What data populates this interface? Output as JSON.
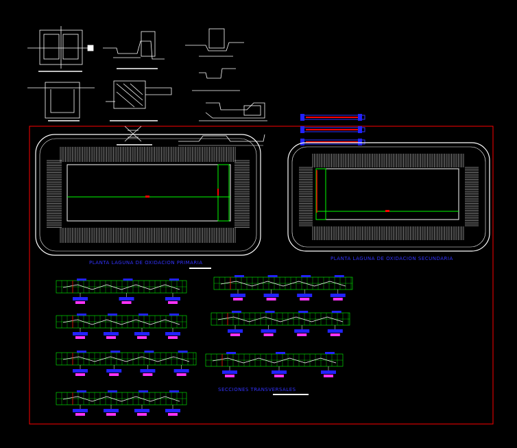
{
  "drawing": {
    "background": "#000000",
    "frame_color": "#ff0000",
    "lagoon_border_color": "#ffffff",
    "inner_grid_color": "#00ff00",
    "pipe_color": "#ff0000",
    "label_color": "#3333ff",
    "section_grid_color": "#00ff00",
    "section_marker_colors": [
      "#2222ff",
      "#ff33ff"
    ]
  },
  "labels": {
    "primary_lagoon": "PLANTA LAGUNA DE OXIDACION PRIMARIA",
    "secondary_lagoon": "PLANTA LAGUNA DE OXIDACION SECUNDARIA",
    "cross_sections": "SECCIONES TRANSVERSALES"
  }
}
